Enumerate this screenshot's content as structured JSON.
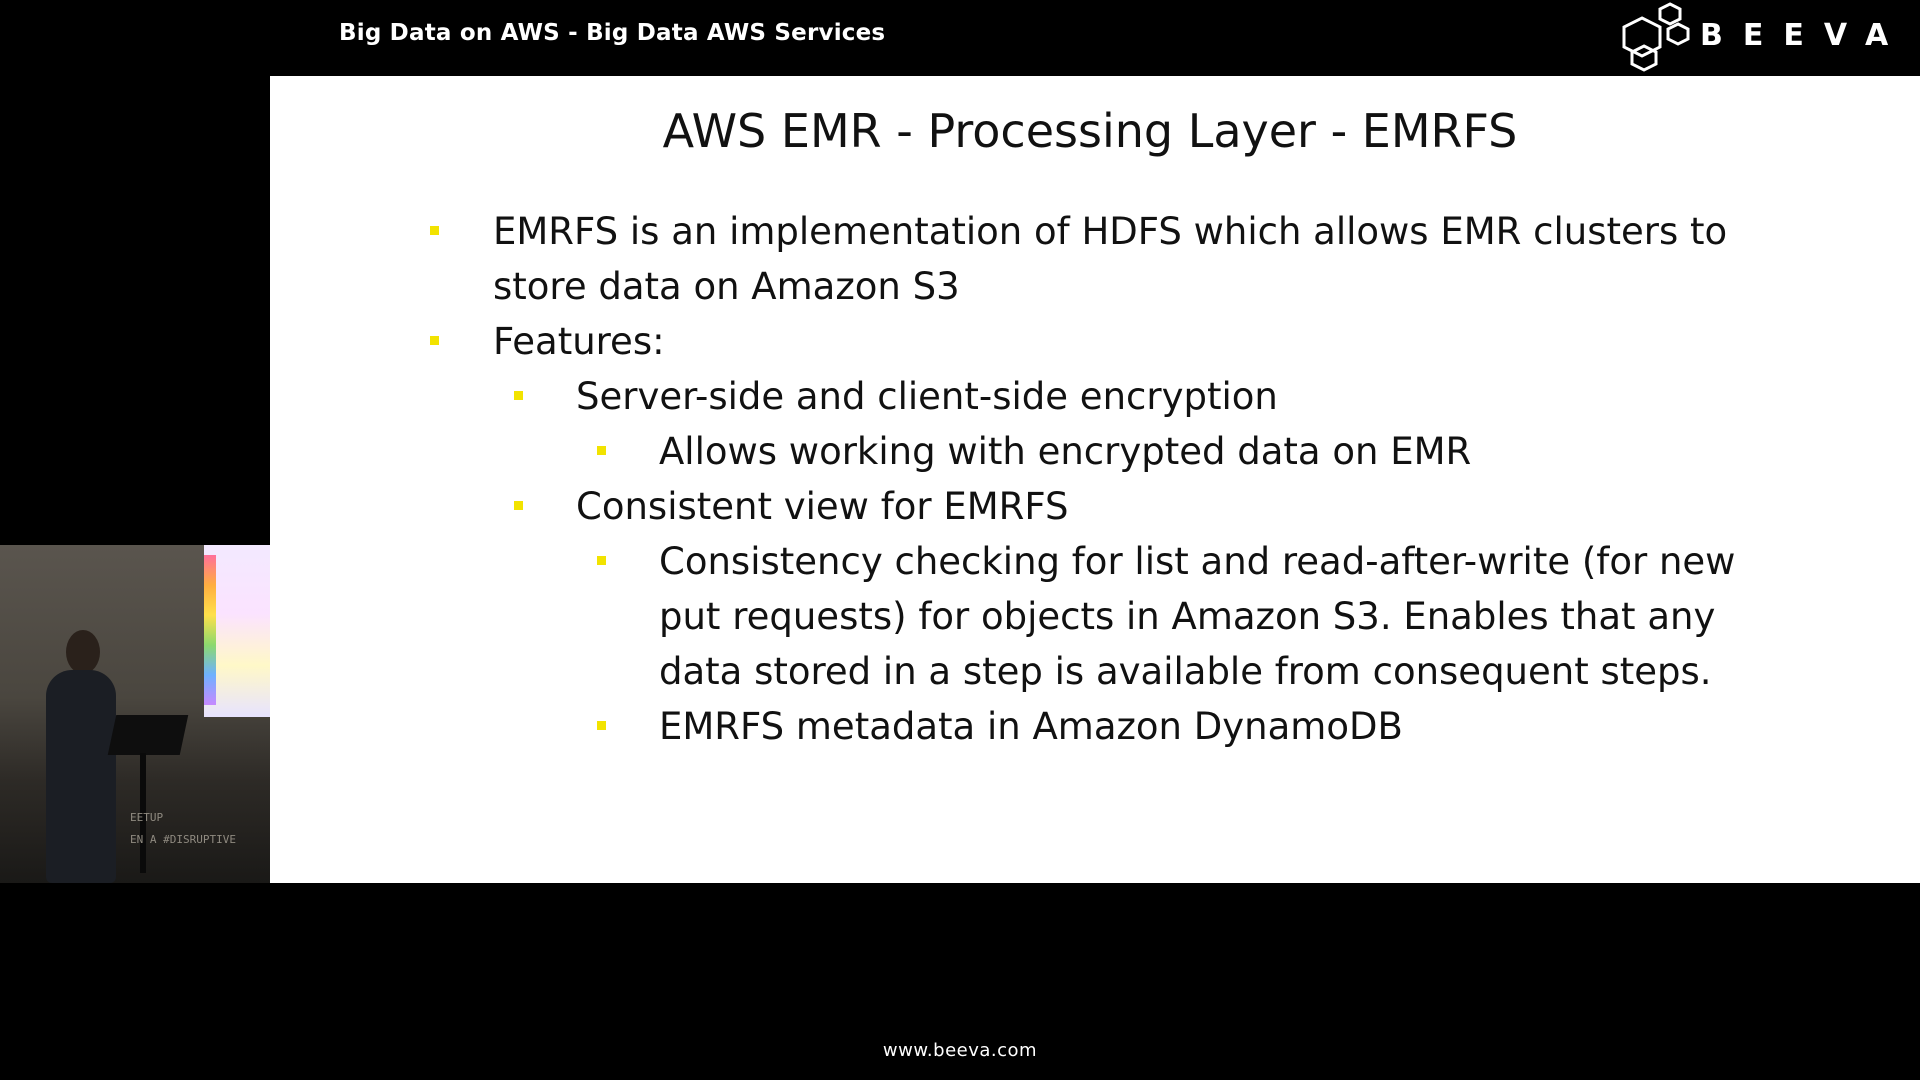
{
  "header": {
    "title": "Big Data  on AWS - Big Data  AWS Services",
    "logo_text": "BEEVA"
  },
  "slide": {
    "title": "AWS EMR - Processing Layer - EMRFS",
    "bullets": [
      {
        "level": 1,
        "text": "EMRFS is an implementation of HDFS which        allows EMR clusters to store data on Amazon S3"
      },
      {
        "level": 1,
        "text": "Features:"
      },
      {
        "level": 2,
        "text": "Server-side and client-side encryption"
      },
      {
        "level": 3,
        "text": "Allows working with encrypted data on EMR"
      },
      {
        "level": 2,
        "text": "Consistent view for EMRFS"
      },
      {
        "level": 3,
        "text": "Consistency checking for list and read-after-write (for new put requests) for objects in Amazon S3. Enables that any data stored in a step is available from consequent steps."
      },
      {
        "level": 3,
        "text": "EMRFS metadata in Amazon DynamoDB"
      }
    ]
  },
  "camera": {
    "wall_text_1": "EETUP",
    "wall_text_2": "EN A #DISRUPTIVE"
  },
  "footer": {
    "url": "www.beeva.com"
  },
  "colors": {
    "bullet_marker": "#f2e300",
    "background": "#000000",
    "slide_background": "#ffffff"
  }
}
